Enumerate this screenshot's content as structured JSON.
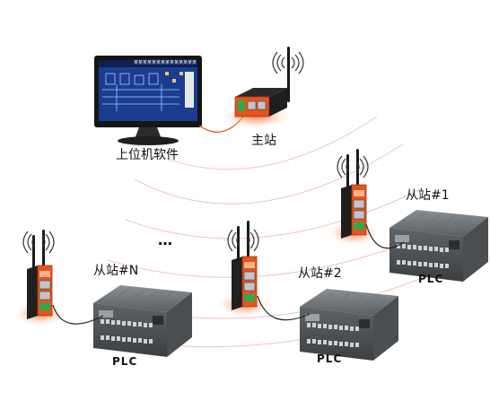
{
  "labels": {
    "host_software": "上位机软件",
    "master": "主站",
    "slave_1": "从站#1",
    "slave_2": "从站#2",
    "slave_n": "从站#N",
    "plc": "PLC",
    "ellipsis": "…"
  },
  "monitor_screen": {
    "title": "某某某某某某某某某某某某某某"
  },
  "colors": {
    "router_orange": "#e8521c",
    "router_body": "#2a2a2a",
    "plc_body": "#5f6468",
    "plc_dark": "#3c3f42",
    "arc_line": "#f2c6bd",
    "glow": "#ff7a4a",
    "cable": "#222222",
    "screen_bg": "#1c3d8f"
  },
  "icons": [
    "wifi-signal-icon",
    "antenna-icon",
    "ethernet-port-icon"
  ]
}
